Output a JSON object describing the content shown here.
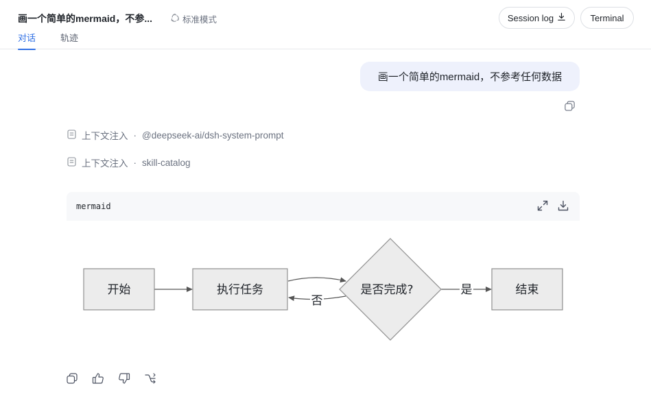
{
  "header": {
    "title": "画一个简单的mermaid，不参...",
    "mode_label": "标准模式",
    "tabs": [
      {
        "label": "对话",
        "active": true
      },
      {
        "label": "轨迹",
        "active": false
      }
    ],
    "session_log_label": "Session log",
    "terminal_label": "Terminal"
  },
  "conversation": {
    "user_message": "画一个简单的mermaid，不参考任何数据",
    "context_items": [
      {
        "label": "上下文注入",
        "separator": "·",
        "source": "@deepseek-ai/dsh-system-prompt"
      },
      {
        "label": "上下文注入",
        "separator": "·",
        "source": "skill-catalog"
      }
    ],
    "code_block": {
      "language": "mermaid"
    },
    "diagram": {
      "nodes": {
        "start": "开始",
        "task": "执行任务",
        "decision": "是否完成?",
        "end": "结束"
      },
      "edges": {
        "yes": "是",
        "no": "否"
      }
    }
  },
  "colors": {
    "accent": "#2f6fe4",
    "user_bubble": "#eef1fc",
    "node_fill": "#ececec",
    "node_stroke": "#8f8f8f"
  },
  "icons": {
    "mode": "recycle-icon",
    "session_log": "download-icon",
    "copy": "copy-icon",
    "context": "document-icon",
    "expand": "expand-icon",
    "download": "download-icon",
    "like": "thumbs-up-icon",
    "dislike": "thumbs-down-icon",
    "branch": "branch-icon"
  }
}
